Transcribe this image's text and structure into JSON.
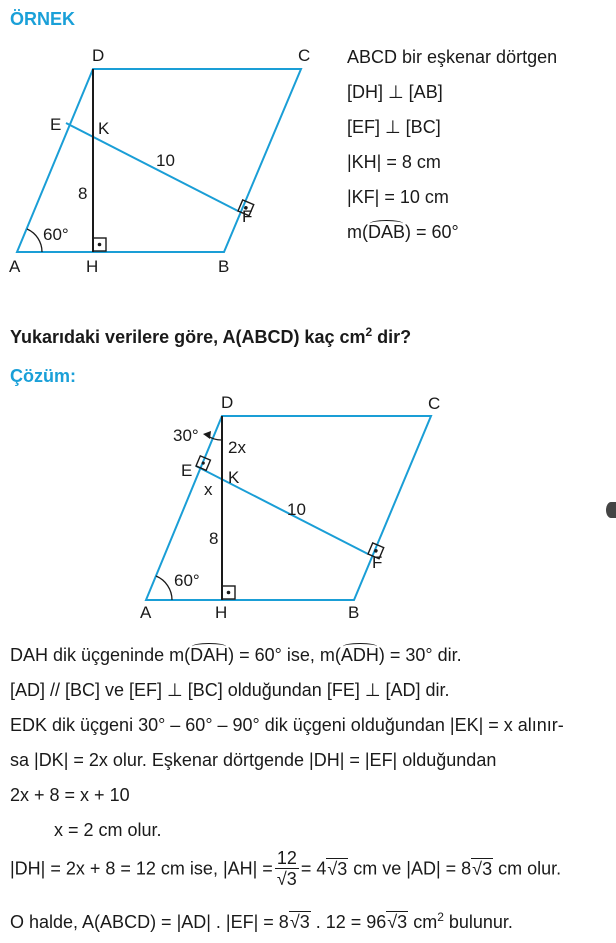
{
  "example": {
    "heading": "ÖRNEK",
    "figure": {
      "A": "A",
      "B": "B",
      "C": "C",
      "D": "D",
      "E": "E",
      "F": "F",
      "H": "H",
      "K": "K",
      "angle": "60°",
      "kh": "8",
      "kf": "10"
    },
    "givens": {
      "g1": "ABCD bir eşkenar dörtgen",
      "g2": "[DH] ⊥ [AB]",
      "g3": "[EF] ⊥ [BC]",
      "g4": "|KH| = 8 cm",
      "g5": "|KF| = 10 cm",
      "g6_pre": "m(",
      "g6_arc": "DAB",
      "g6_post": ") = 60°"
    }
  },
  "question": {
    "text": "Yukarıdaki verilere göre, A(ABCD) kaç cm",
    "sup": "2",
    "tail": " dir?"
  },
  "solution": {
    "heading": "Çözüm:",
    "figure": {
      "A": "A",
      "B": "B",
      "C": "C",
      "D": "D",
      "E": "E",
      "F": "F",
      "H": "H",
      "K": "K",
      "angle60": "60°",
      "angle30": "30°",
      "dk": "2x",
      "ek": "x",
      "kh": "8",
      "kf": "10"
    },
    "l1_a": "DAH dik üçgeninde m(",
    "l1_arc1": "DAH",
    "l1_b": ") = 60° ise, m(",
    "l1_arc2": "ADH",
    "l1_c": ") = 30° dir.",
    "l2": "[AD] // [BC] ve [EF] ⊥ [BC] olduğundan [FE] ⊥ [AD] dir.",
    "l3": "EDK dik üçgeni 30° – 60° – 90° dik üçgeni olduğundan |EK| = x alınır-",
    "l4": "sa |DK| = 2x olur. Eşkenar dörtgende |DH| = |EF| olduğundan",
    "l5": "2x + 8 = x + 10",
    "l6": "x = 2 cm olur.",
    "l7_a": "|DH| = 2x + 8 = 12 cm ise, |AH| =",
    "l7_num": "12",
    "l7_den": "3",
    "l7_b": "= 4",
    "l7_r1": "3",
    "l7_c": " cm ve |AD| = 8",
    "l7_r2": "3",
    "l7_d": " cm olur.",
    "l8_a": "O halde, A(ABCD) = |AD| . |EF| = 8",
    "l8_r1": "3",
    "l8_b": " . 12 = 96",
    "l8_r2": "3",
    "l8_c": " cm",
    "l8_sup": "2",
    "l8_d": " bulunur."
  }
}
